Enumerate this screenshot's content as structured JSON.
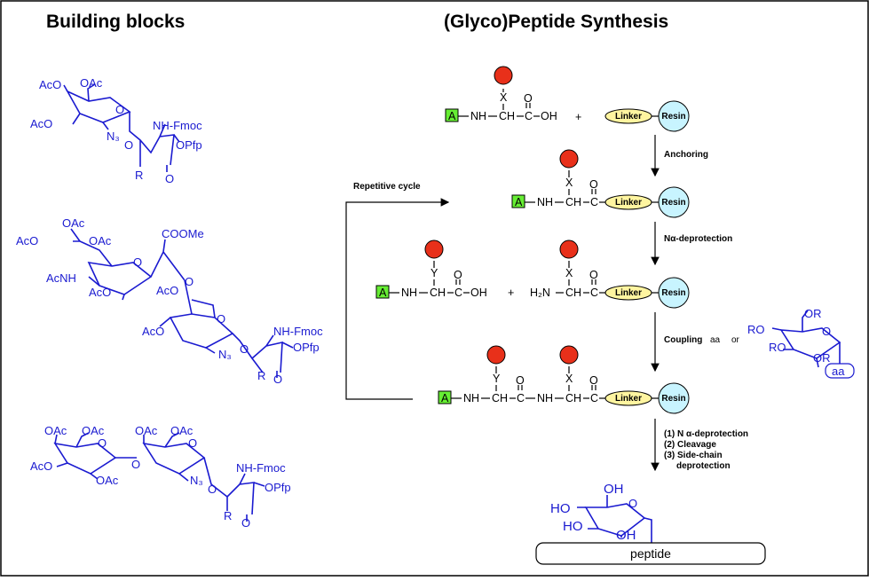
{
  "titles": {
    "left": "Building blocks",
    "right": "(Glyco)Peptide Synthesis"
  },
  "scheme": {
    "A": "A",
    "X": "X",
    "Y": "Y",
    "NH": "NH",
    "CH": "CH",
    "C": "C",
    "O": "O",
    "OH": "OH",
    "H2N": "H₂N",
    "plus": "+",
    "linker": "Linker",
    "resin": "Resin",
    "anchoring": "Anchoring",
    "deprotection": "Nα-deprotection",
    "coupling": "Coupling",
    "aa": "aa",
    "or": "or",
    "repetitive": "Repetitive cycle",
    "final_steps": [
      "(1) N α-deprotection",
      "(2) Cleavage",
      "(3) Side-chain",
      "deprotection"
    ],
    "peptide": "peptide",
    "sugar_OR": "OR",
    "sugar_RO": "RO",
    "sugar_aa": "aa",
    "sugar_OH": "OH",
    "sugar_HO": "HO"
  },
  "blocks": {
    "AcO": "AcO",
    "OAc": "OAc",
    "N3": "N₃",
    "NHFmoc": "NH-Fmoc",
    "OPfp": "OPfp",
    "O": "O",
    "R": "R",
    "COOMe": "COOMe",
    "AcNH": "AcNH"
  },
  "colors": {
    "structure_blue": "#1a1ad0",
    "protecting_group_green": "#66ee33",
    "side_chain_red": "#e8301a",
    "linker_yellow": "#fff5a0",
    "resin_cyan": "#c8f4ff"
  }
}
